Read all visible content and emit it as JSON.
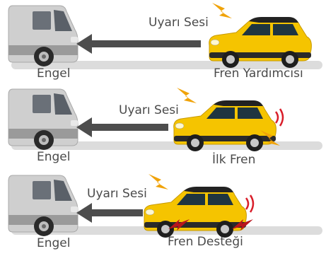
{
  "panels": [
    {
      "warning": "Uyarı Sesi",
      "obstacle": "Engel",
      "stage": "Fren Yardımcısı"
    },
    {
      "warning": "Uyarı Sesi",
      "obstacle": "Engel",
      "stage": "İlk Fren"
    },
    {
      "warning": "Uyarı Sesi",
      "obstacle": "Engel",
      "stage": "Fren Desteği"
    }
  ],
  "colors": {
    "road": "#dcdcdc",
    "arrow": "#4d4d4d",
    "car_body": "#f5c400",
    "van_body": "#c9c9c9",
    "lightning_orange": "#f0a30a",
    "lightning_red": "#b8151c",
    "sound_wave": "#d91e2a"
  }
}
